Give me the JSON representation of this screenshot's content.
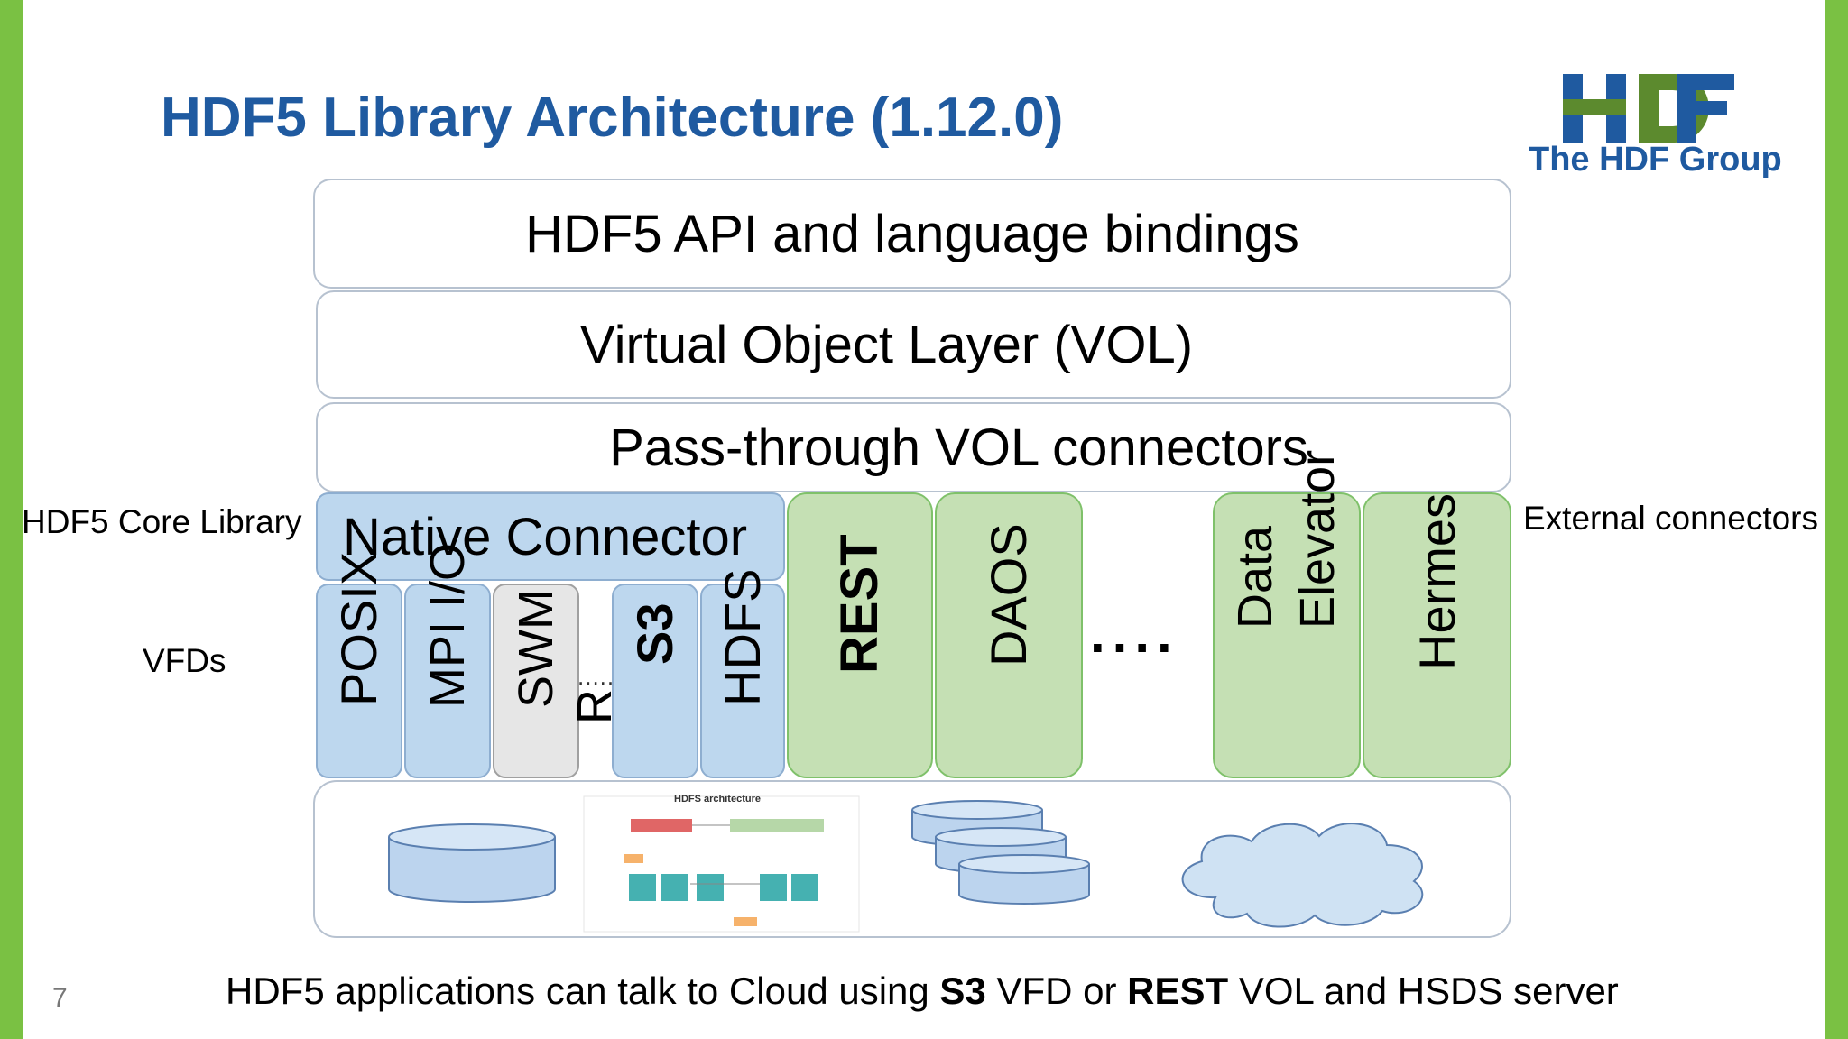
{
  "slide": {
    "title": "HDF5 Library Architecture (1.12.0)",
    "page_number": "7"
  },
  "logo": {
    "mark_text": "HDF",
    "org": "The HDF Group",
    "colors": {
      "blue": "#1f5aa0",
      "green": "#5c8a2e"
    }
  },
  "layers": {
    "api": "HDF5 API and language bindings",
    "vol": "Virtual Object Layer (VOL)",
    "passthrough": "Pass-through VOL connectors",
    "native": "Native Connector"
  },
  "side_labels": {
    "core": "HDF5  Core Library",
    "vfds": "VFDs",
    "external": "External connectors"
  },
  "vfds": [
    {
      "label": "POSIX",
      "style": "blue"
    },
    {
      "label": "MPI I/O",
      "style": "blue"
    },
    {
      "label": "SWM",
      "style": "gray"
    },
    {
      "label": "R",
      "style": "none"
    },
    {
      "label": "S3",
      "style": "blue"
    },
    {
      "label": "HDFS",
      "style": "blue"
    }
  ],
  "vfd_ellipsis": ".....",
  "connectors": [
    {
      "label": "REST"
    },
    {
      "label": "DAOS"
    },
    {
      "label": "Data\nElevator"
    },
    {
      "label": "Hermes"
    }
  ],
  "connector_ellipsis": "....",
  "storage": {
    "hdfs_thumb_title": "HDFS architecture"
  },
  "footer": {
    "part1": "HDF5 applications can talk to Cloud using ",
    "s3": "S3",
    "part2": " VFD or ",
    "rest": "REST",
    "part3": " VOL and HSDS server"
  },
  "colors": {
    "accent_green": "#7ac143",
    "title_blue": "#1f5aa0",
    "native_blue": "#bdd7ee",
    "connector_green": "#c5e0b4"
  }
}
